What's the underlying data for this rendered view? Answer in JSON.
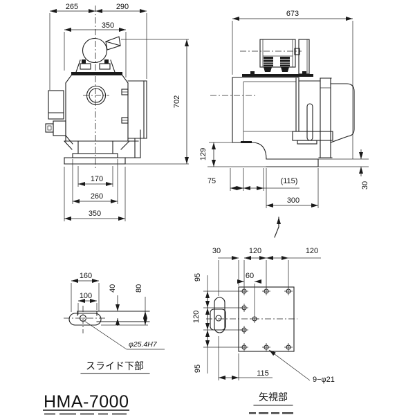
{
  "title": "HMA-7000",
  "front_view": {
    "dim_left": "265",
    "dim_right": "290",
    "dim_top_width": "350",
    "dim_height": "702",
    "dim_slide": "170",
    "dim_flange": "260",
    "dim_base": "350"
  },
  "side_view": {
    "dim_total_depth": "673",
    "dim_foot_height": "129",
    "dim_front_offset": "75",
    "dim_ref": "(115)",
    "dim_base_depth": "300",
    "dim_base_thickness": "30"
  },
  "slide_view": {
    "label": "スライド下部",
    "dim_length": "160",
    "dim_hole_span": "100",
    "dim_40": "40",
    "dim_80": "80",
    "bore": "φ25.4H7"
  },
  "arrow_view": {
    "label": "矢視部",
    "dim_30": "30",
    "dim_120_a": "120",
    "dim_120_b": "120",
    "dim_60": "60",
    "dim_95_a": "95",
    "dim_120_c": "120",
    "dim_95_b": "95",
    "dim_115": "115",
    "holes_note": "9−φ21"
  }
}
